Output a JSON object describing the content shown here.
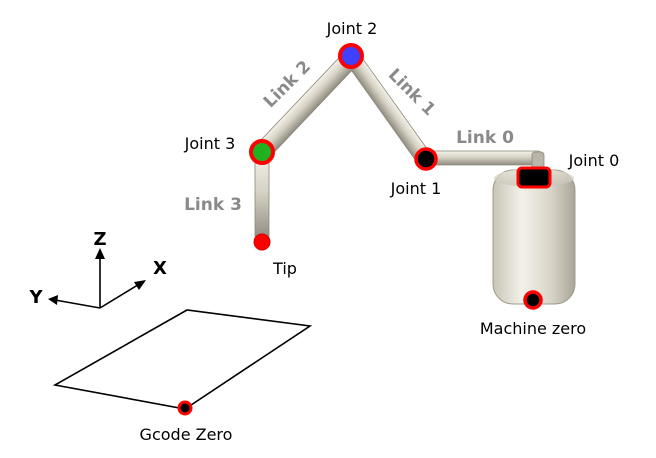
{
  "joints": {
    "joint0": "Joint 0",
    "joint1": "Joint 1",
    "joint2": "Joint 2",
    "joint3": "Joint 3",
    "tip": "Tip"
  },
  "links": {
    "link0": "Link 0",
    "link1": "Link 1",
    "link2": "Link 2",
    "link3": "Link 3"
  },
  "axes": {
    "x": "X",
    "y": "Y",
    "z": "Z"
  },
  "markers": {
    "machine_zero": "Machine zero",
    "gcode_zero": "Gcode Zero"
  },
  "colors": {
    "marker_ring": "#ff0000",
    "joint2_fill": "#4040ff",
    "joint3_fill": "#20b020",
    "joint1_fill": "#000000",
    "tip_fill": "#ff0000",
    "link_label": "#8a8a8a"
  }
}
